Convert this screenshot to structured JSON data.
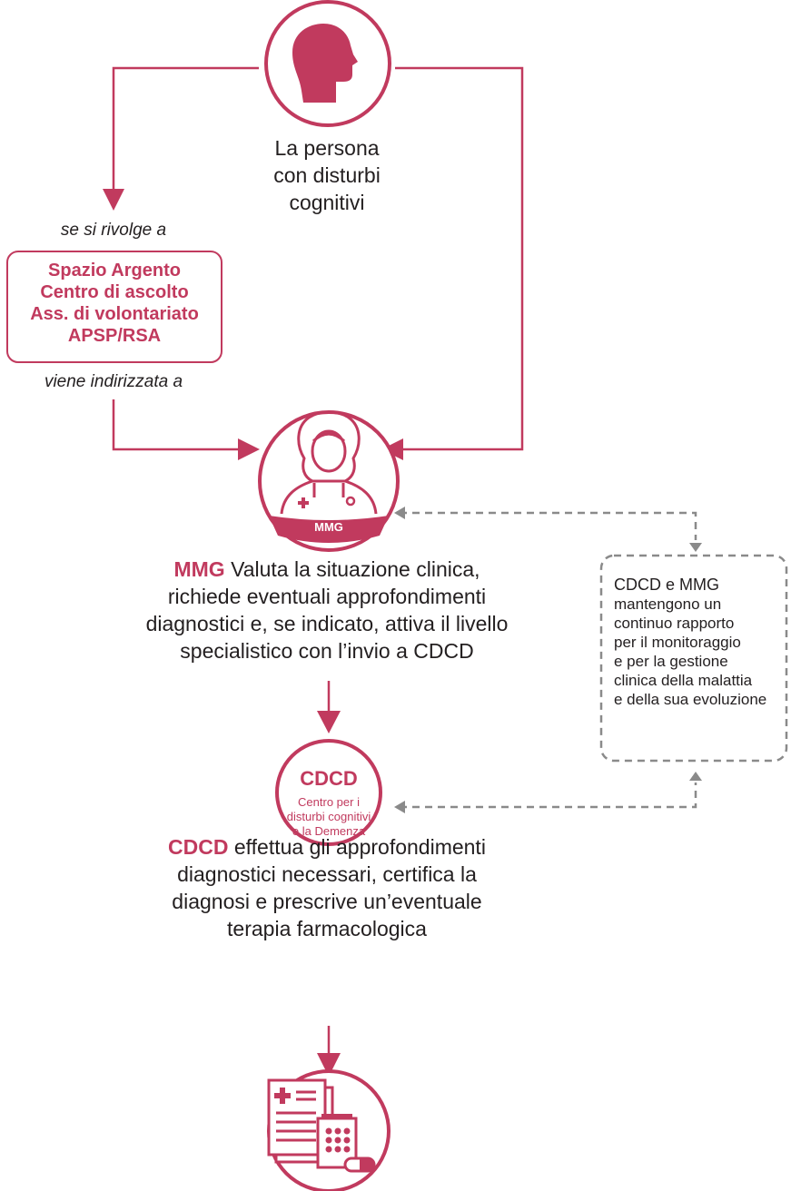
{
  "colors": {
    "accent": "#c13a5e",
    "dashed": "#8a8a8a",
    "text": "#231f20"
  },
  "person": {
    "icon": "person-head-icon",
    "label_lines": [
      "La persona",
      "con disturbi",
      "cognitivi"
    ]
  },
  "intermediary": {
    "before": "se si rivolge a",
    "lines": [
      "Spazio Argento",
      "Centro di ascolto",
      "Ass. di volontariato",
      "APSP/RSA"
    ],
    "after": "viene indirizzata a"
  },
  "mmg": {
    "icon": "doctor-icon",
    "badge": "MMG",
    "desc_bold": "MMG",
    "desc_line1": " Valuta la situazione clinica,",
    "desc_line2": "richiede eventuali approfondimenti",
    "desc_line3": "diagnostici e, se indicato, attiva il livello",
    "desc_line4_prefix": "specialistico con l’invio a ",
    "desc_line4_bold": "CDCD"
  },
  "cdcd": {
    "title": "CDCD",
    "subtitle_lines": [
      "Centro per i",
      "disturbi cognitivi",
      "e la Demenza"
    ],
    "desc_bold": "CDCD",
    "desc_line1": " effettua gli approfondimenti",
    "desc_line2": "diagnostici necessari, certifica la",
    "desc_line3": "diagnosi e prescrive un’eventuale",
    "desc_line4": "terapia farmacologica"
  },
  "monitoring": {
    "bold1": "CDCD",
    "conj": " e ",
    "bold2": "MMG",
    "lines": [
      "mantengono un",
      "continuo rapporto",
      "per il monitoraggio",
      "e per la gestione",
      "clinica della malattia",
      "e della sua evoluzione"
    ]
  },
  "therapy": {
    "icon": "prescription-medicine-icon"
  }
}
